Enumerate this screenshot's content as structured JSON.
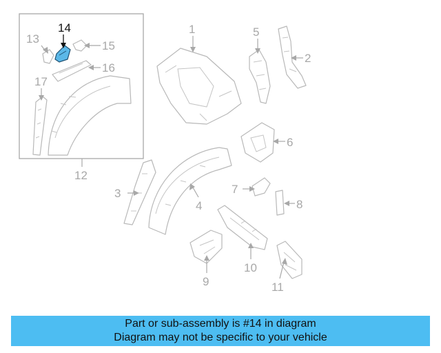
{
  "callouts": {
    "n1": "1",
    "n2": "2",
    "n3": "3",
    "n4": "4",
    "n5": "5",
    "n6": "6",
    "n7": "7",
    "n8": "8",
    "n9": "9",
    "n10": "10",
    "n11": "11",
    "n12": "12",
    "n13": "13",
    "n14": "14",
    "n15": "15",
    "n16": "16",
    "n17": "17"
  },
  "highlighted_part": "14",
  "caption": {
    "line1": "Part or sub-assembly is #14 in diagram",
    "line2": "Diagram may not be specific to your vehicle"
  },
  "colors": {
    "highlight_fill": "#5bb8e8",
    "banner": "#4dbdf2",
    "linework": "#b8b8b8"
  }
}
